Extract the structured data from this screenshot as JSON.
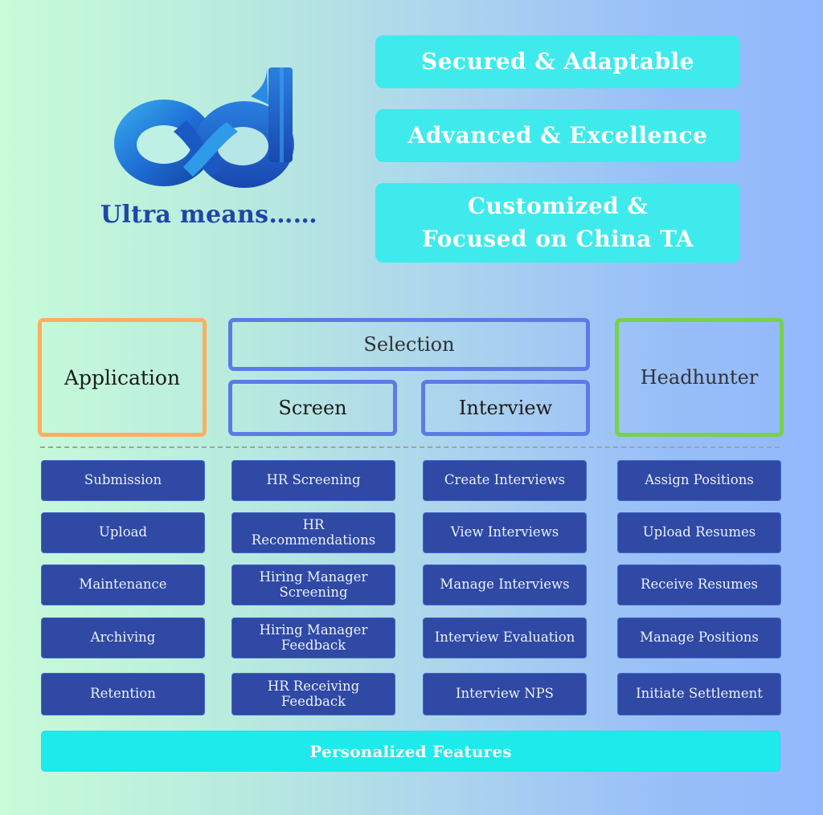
{
  "logo": {
    "icon": "infinity-d-logo-icon",
    "tagline": "Ultra means……"
  },
  "values": [
    {
      "lines": [
        "Secured & Adaptable"
      ]
    },
    {
      "lines": [
        "Advanced & Excellence"
      ]
    },
    {
      "lines": [
        "Customized &",
        "Focused on China TA"
      ]
    }
  ],
  "categories": {
    "application": "Application",
    "selection": "Selection",
    "screen": "Screen",
    "interview": "Interview",
    "headhunter": "Headhunter"
  },
  "colors": {
    "application_border": "#ffae62",
    "selection_border": "#5d7be6",
    "headhunter_border": "#77d24a",
    "feature_fill": "#2f49a4",
    "value_fill": "#3eeaec",
    "personalized_fill": "#1eeaec",
    "tagline": "#1f46a8"
  },
  "features": {
    "application": [
      "Submission",
      "Upload",
      "Maintenance",
      "Archiving",
      "Retention"
    ],
    "screen": [
      [
        "HR Screening"
      ],
      [
        "HR",
        "Recommendations"
      ],
      [
        "Hiring Manager",
        "Screening"
      ],
      [
        "Hiring Manager",
        "Feedback"
      ],
      [
        "HR Receiving",
        "Feedback"
      ]
    ],
    "interview": [
      "Create Interviews",
      "View Interviews",
      "Manage Interviews",
      "Interview Evaluation",
      "Interview NPS"
    ],
    "headhunter": [
      "Assign Positions",
      "Upload Resumes",
      "Receive Resumes",
      "Manage Positions",
      "Initiate Settlement"
    ]
  },
  "footer": {
    "personalized_label": "Personalized Features"
  }
}
